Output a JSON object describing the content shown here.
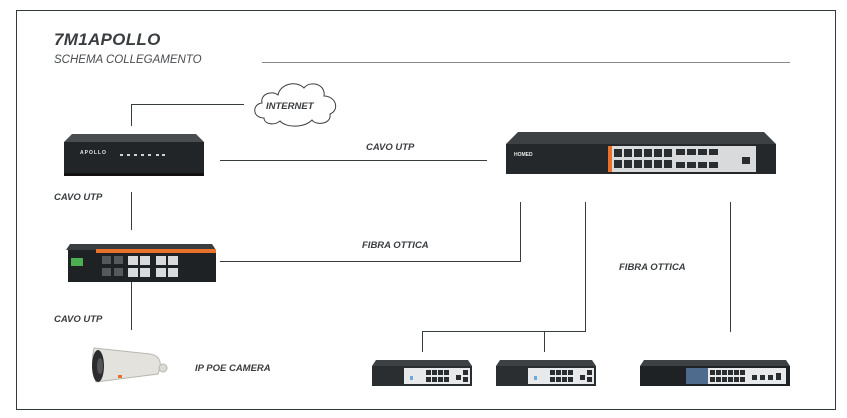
{
  "header": {
    "title": "7M1APOLLO",
    "subtitle": "SCHEMA COLLEGAMENTO"
  },
  "nodes": {
    "internet": {
      "label": "INTERNET",
      "icon": "cloud-icon"
    },
    "router": {
      "brand": "APOLLO",
      "icon": "router-icon"
    },
    "core_switch": {
      "brand": "HOMED",
      "icon": "rack-switch-icon"
    },
    "industrial_switch": {
      "icon": "industrial-switch-icon"
    },
    "camera": {
      "label": "IP POE CAMERA",
      "icon": "bullet-camera-icon"
    },
    "switch_small_1": {
      "icon": "poe-switch-icon"
    },
    "switch_small_2": {
      "icon": "poe-switch-icon"
    },
    "switch_large": {
      "icon": "rack-switch-icon"
    }
  },
  "connections": {
    "router_core": "CAVO UTP",
    "router_industrial": "CAVO UTP",
    "industrial_core": "FIBRA OTTICA",
    "core_bottom": "FIBRA OTTICA",
    "industrial_camera": "CAVO UTP"
  },
  "colors": {
    "line": "#3a3d40",
    "accent_orange": "#e9712a",
    "device_dark": "#2b2e31"
  }
}
